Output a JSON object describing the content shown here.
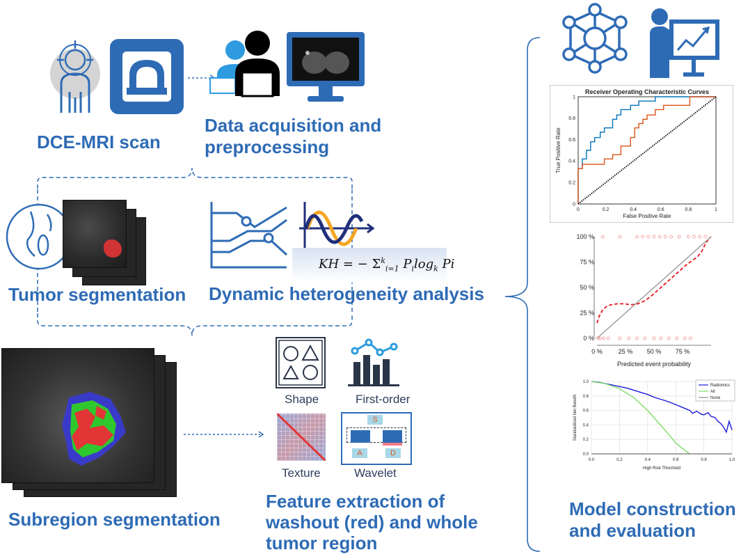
{
  "steps": {
    "scan": "DCE-MRI scan",
    "acquisition_line1": "Data  acquisition and",
    "acquisition_line2": "preprocessing",
    "tumor_seg": "Tumor segmentation",
    "dynamic": "Dynamic heterogeneity analysis",
    "subregion": "Subregion segmentation",
    "feature_line1": "Feature extraction of",
    "feature_line2": "washout (red) and whole",
    "feature_line3": "tumor region",
    "model_line1": "Model construction",
    "model_line2": "and evaluation"
  },
  "formula": {
    "lhs": "KH = − ",
    "sum": "Σ",
    "sub": "i=1",
    "sup": "k",
    "rhs": " P",
    "mid": "i",
    "log": "log",
    "logsub": "k",
    "tail": " Pi"
  },
  "features": {
    "shape": "Shape",
    "first_order": "First-order",
    "texture": "Texture",
    "wavelet": "Wavelet",
    "wavelet_s": "S",
    "wavelet_a": "A",
    "wavelet_d": "D"
  },
  "colors": {
    "accent": "#2e6bb5",
    "dark_blue": "#1f4e8c",
    "roc_blue": "#0072bd",
    "roc_orange": "#d95319",
    "calib_red": "#e8141b",
    "dca_blue": "#1a1adb",
    "dca_green": "#7fdc6a"
  },
  "chart_data": [
    {
      "type": "line",
      "title": "Receiver Operating Characteristic Curves",
      "xlabel": "False Positive Rate",
      "ylabel": "True Positive Rate",
      "xlim": [
        0,
        1
      ],
      "ylim": [
        0,
        1
      ],
      "x_ticks": [
        "0",
        "0.2",
        "0.4",
        "0.6",
        "0.8",
        "1"
      ],
      "y_ticks": [
        "0",
        "0.2",
        "0.4",
        "0.6",
        "0.8",
        "1"
      ],
      "series": [
        {
          "color": "#0072bd",
          "x": [
            0,
            0,
            0.03,
            0.03,
            0.06,
            0.06,
            0.09,
            0.09,
            0.12,
            0.12,
            0.16,
            0.16,
            0.19,
            0.19,
            0.25,
            0.25,
            0.28,
            0.28,
            0.31,
            0.31,
            0.38,
            0.38,
            0.44,
            0.44,
            0.5,
            0.5,
            0.56,
            0.56,
            0.62,
            0.62,
            0.69,
            0.69,
            1
          ],
          "y": [
            0,
            0.33,
            0.33,
            0.42,
            0.42,
            0.5,
            0.5,
            0.58,
            0.58,
            0.62,
            0.62,
            0.67,
            0.67,
            0.71,
            0.71,
            0.79,
            0.79,
            0.83,
            0.83,
            0.88,
            0.88,
            0.92,
            0.92,
            0.96,
            0.96,
            0.96,
            0.96,
            1,
            1,
            1,
            1,
            1,
            1
          ]
        },
        {
          "color": "#d95319",
          "x": [
            0,
            0,
            0.03,
            0.03,
            0.19,
            0.19,
            0.25,
            0.25,
            0.31,
            0.31,
            0.38,
            0.38,
            0.41,
            0.41,
            0.44,
            0.44,
            0.47,
            0.47,
            0.5,
            0.5,
            0.56,
            0.56,
            0.62,
            0.62,
            0.81,
            0.81,
            1
          ],
          "y": [
            0,
            0.33,
            0.33,
            0.37,
            0.37,
            0.42,
            0.42,
            0.46,
            0.46,
            0.54,
            0.54,
            0.62,
            0.62,
            0.71,
            0.71,
            0.75,
            0.75,
            0.79,
            0.79,
            0.83,
            0.83,
            0.88,
            0.88,
            0.92,
            0.92,
            1,
            1
          ]
        },
        {
          "color": "#000000",
          "dashed": true,
          "x": [
            0,
            1
          ],
          "y": [
            0,
            1
          ]
        }
      ]
    },
    {
      "type": "line",
      "xlabel": "Predicted event probability",
      "xlim": [
        0,
        1
      ],
      "ylim": [
        0,
        1
      ],
      "x_ticks": [
        "0 %",
        "25 %",
        "50 %",
        "75 %"
      ],
      "y_ticks": [
        "0 %",
        "25 %",
        "50 %",
        "75 %",
        "100 %"
      ],
      "series": [
        {
          "color": "#e8141b",
          "dashed": true,
          "x": [
            0,
            0.02,
            0.05,
            0.08,
            0.12,
            0.18,
            0.24,
            0.3,
            0.36,
            0.42,
            0.48,
            0.54,
            0.6,
            0.66,
            0.72,
            0.78,
            0.84,
            0.88,
            0.92,
            0.95,
            0.98,
            1.0
          ],
          "y": [
            0.15,
            0.22,
            0.28,
            0.31,
            0.33,
            0.34,
            0.34,
            0.33,
            0.34,
            0.37,
            0.42,
            0.48,
            0.54,
            0.6,
            0.66,
            0.72,
            0.77,
            0.8,
            0.86,
            0.93,
            0.98,
            1.0
          ]
        },
        {
          "color": "#999999",
          "x": [
            0,
            1
          ],
          "y": [
            0,
            1
          ]
        }
      ]
    },
    {
      "type": "line",
      "xlabel": "High Risk Threshold",
      "ylabel": "Standardized Net Benefit",
      "xlim": [
        0,
        1
      ],
      "ylim": [
        0,
        1
      ],
      "x_ticks": [
        "0.0",
        "0.2",
        "0.4",
        "0.6",
        "0.8",
        "1.0"
      ],
      "y_ticks": [
        "0.0",
        "0.2",
        "0.4",
        "0.6",
        "0.8",
        "1.0"
      ],
      "legend": "top-right",
      "series": [
        {
          "name": "Radiomics",
          "color": "#1a1adb",
          "x": [
            0,
            0.05,
            0.1,
            0.15,
            0.2,
            0.25,
            0.3,
            0.35,
            0.4,
            0.45,
            0.5,
            0.55,
            0.6,
            0.65,
            0.7,
            0.72,
            0.75,
            0.78,
            0.8,
            0.83,
            0.85,
            0.88,
            0.9,
            0.92,
            0.94,
            0.96,
            0.98,
            1.0
          ],
          "y": [
            1,
            0.99,
            0.97,
            0.95,
            0.93,
            0.91,
            0.88,
            0.85,
            0.82,
            0.78,
            0.75,
            0.72,
            0.68,
            0.64,
            0.6,
            0.56,
            0.59,
            0.55,
            0.54,
            0.57,
            0.52,
            0.5,
            0.45,
            0.42,
            0.37,
            0.3,
            0.45,
            0.33
          ]
        },
        {
          "name": "All",
          "color": "#7fdc6a",
          "x": [
            0,
            0.1,
            0.2,
            0.3,
            0.4,
            0.5,
            0.55,
            0.6,
            0.65,
            0.7
          ],
          "y": [
            1,
            0.97,
            0.9,
            0.78,
            0.6,
            0.38,
            0.27,
            0.15,
            0.07,
            0
          ]
        },
        {
          "name": "None",
          "color": "#888888",
          "x": [
            0,
            1
          ],
          "y": [
            0,
            0
          ]
        }
      ]
    }
  ]
}
